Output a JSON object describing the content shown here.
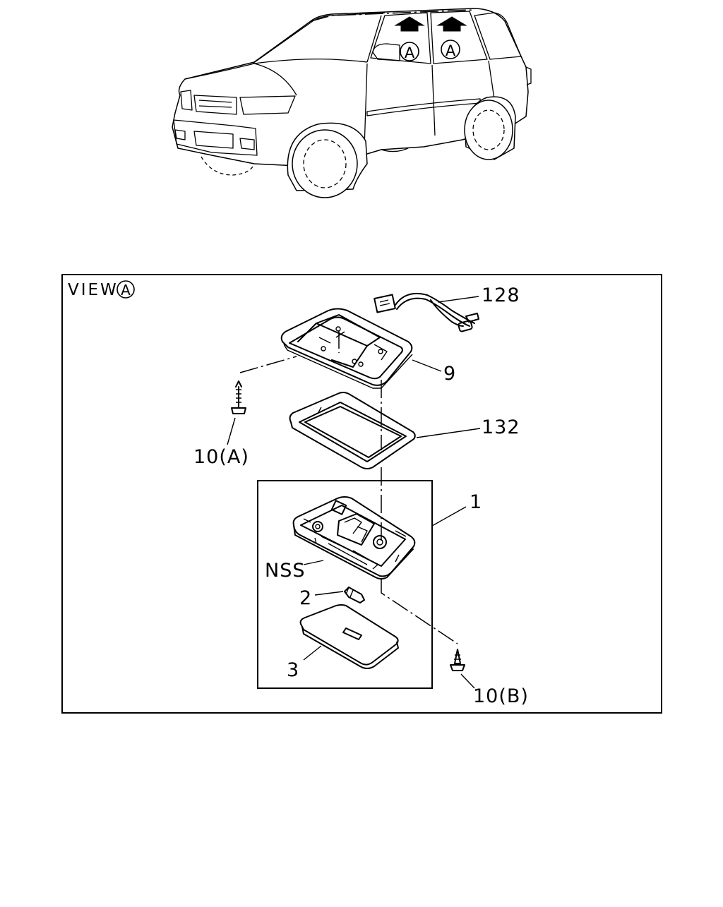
{
  "view_marker": "A",
  "view_label": "VIEW",
  "labels": {
    "p128": "128",
    "p9": "9",
    "p132": "132",
    "p10a": "10(A)",
    "p1": "1",
    "nss": "NSS",
    "p2": "2",
    "p3": "3",
    "p10b": "10(B)"
  },
  "icons": [
    "arrow-up-icon",
    "circle-a-marker-icon"
  ]
}
